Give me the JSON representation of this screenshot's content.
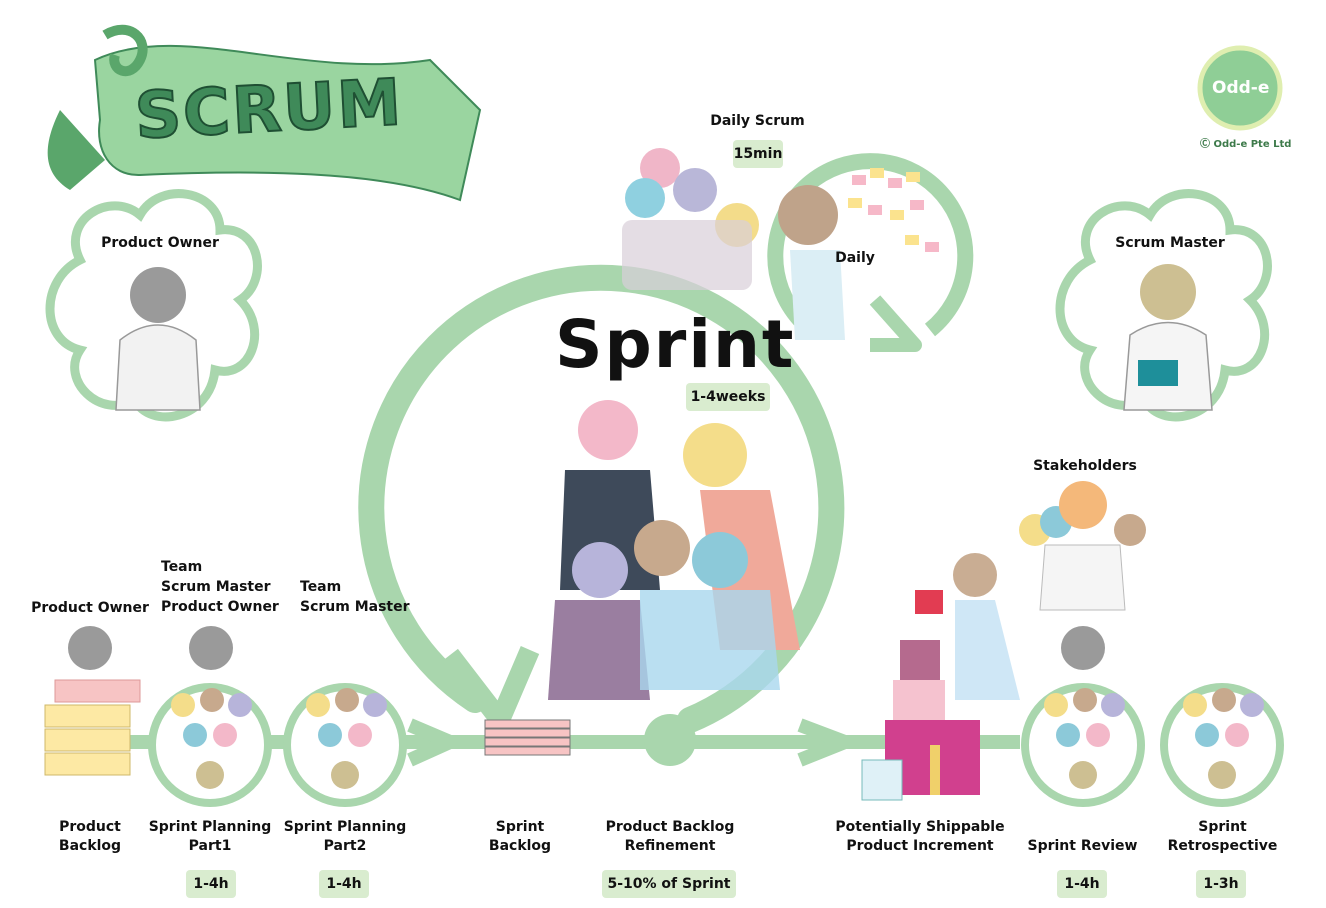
{
  "colors": {
    "accent": "#7cc08b",
    "ring": "#a9d6ad",
    "banner": "#8fce96",
    "badge": "#d9eccf",
    "backlog_yellow": "#fde9a4",
    "backlog_pink": "#f7c4c4"
  },
  "title": "SCRUM",
  "logo": {
    "text": "Odd-e",
    "copyright": "Odd-e Pte Ltd",
    "icon": "copyright-icon"
  },
  "roles": {
    "product_owner": "Product Owner",
    "scrum_master": "Scrum Master",
    "stakeholders": "Stakeholders"
  },
  "daily": {
    "title": "Daily Scrum",
    "duration": "15min",
    "board_label": "Daily"
  },
  "sprint": {
    "title": "Sprint",
    "duration": "1-4weeks"
  },
  "flow": {
    "product_backlog": {
      "attendees": "Product Owner",
      "label_line1": "Product",
      "label_line2": "Backlog"
    },
    "planning1": {
      "attendees_line1": "Team",
      "attendees_line2": "Scrum Master",
      "attendees_line3": "Product Owner",
      "label_line1": "Sprint Planning",
      "label_line2": "Part1",
      "duration": "1-4h"
    },
    "planning2": {
      "attendees_line1": "Team",
      "attendees_line2": "Scrum Master",
      "label_line1": "Sprint Planning",
      "label_line2": "Part2",
      "duration": "1-4h"
    },
    "sprint_backlog": {
      "label_line1": "Sprint",
      "label_line2": "Backlog"
    },
    "refinement": {
      "label_line1": "Product Backlog",
      "label_line2": "Refinement",
      "duration": "5-10% of Sprint"
    },
    "increment": {
      "label_line1": "Potentially Shippable",
      "label_line2": "Product Increment"
    },
    "review": {
      "label": "Sprint Review",
      "duration": "1-4h"
    },
    "retrospective": {
      "label_line1": "Sprint",
      "label_line2": "Retrospective",
      "duration": "1-3h"
    }
  }
}
